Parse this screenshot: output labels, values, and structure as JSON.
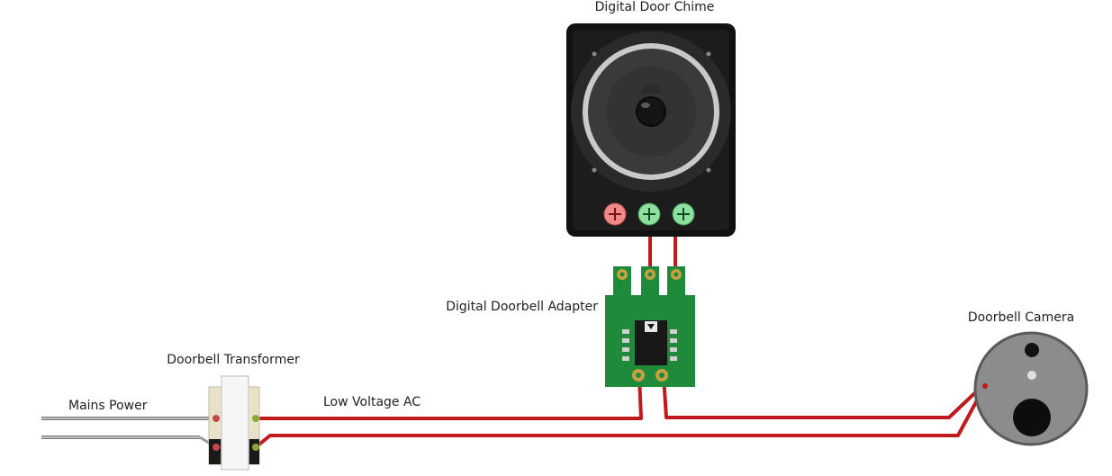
{
  "labels": {
    "chime": "Digital Door Chime",
    "adapter": "Digital Doorbell Adapter",
    "camera": "Doorbell Camera",
    "transformer": "Doorbell Transformer",
    "mains": "Mains Power",
    "low_voltage": "Low Voltage AC"
  },
  "colors": {
    "wire_red": "#c0191e",
    "wire_grey": "#9a9a9a",
    "pcb_green": "#1e8a3a",
    "speaker_black": "#111111",
    "camera_grey": "#8c8c8c",
    "terminal_red": "#f08a8a",
    "terminal_green": "#8fe0a0"
  },
  "icons": {
    "chime": "speaker-icon",
    "adapter": "ic-chip-icon",
    "camera": "camera-icon",
    "transformer": "transformer-icon"
  }
}
